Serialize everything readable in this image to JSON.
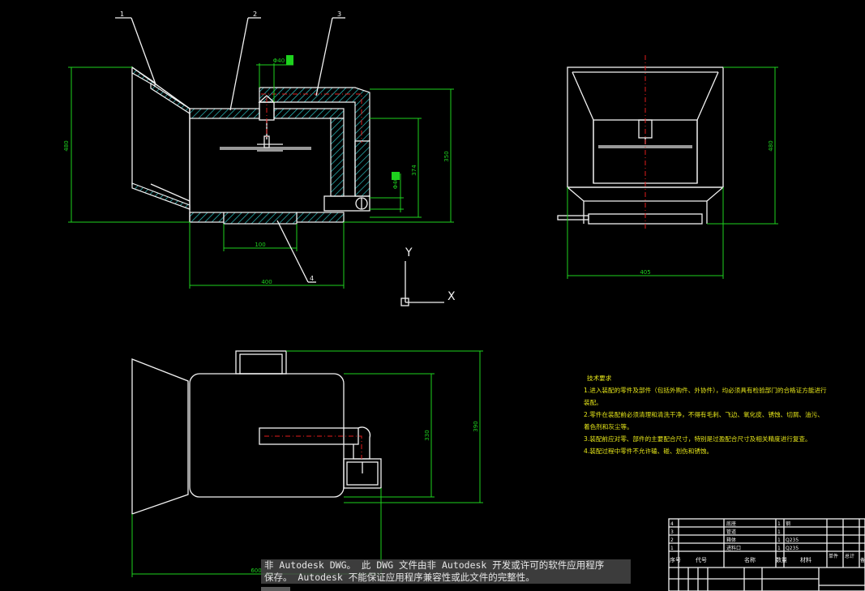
{
  "views": {
    "front": {
      "callouts": [
        "1",
        "2",
        "3",
        "4"
      ],
      "dims": {
        "phi40": "Φ40",
        "height_left": "480",
        "h374": "374",
        "h350": "350",
        "phi40_b": "Φ40",
        "w100": "100",
        "w400": "400"
      }
    },
    "side": {
      "dims": {
        "height": "480",
        "width": "405"
      }
    },
    "top": {
      "dims": {
        "h330": "330",
        "h390": "390",
        "w600": "600"
      }
    }
  },
  "axes": {
    "y": "Y",
    "x": "X"
  },
  "notes": {
    "title": "技术要求",
    "lines": [
      "1.进入装配的零件及部件（包括外购件、外协件），均必须具有检验部门的合格证方能进行",
      "装配。",
      "2.零件在装配前必须清理和清洗干净，不得有毛刺、飞边、氧化皮、锈蚀、切屑、油污、",
      "着色剂和灰尘等。",
      "3.装配前应对零、部件的主要配合尺寸，特别是过盈配合尺寸及相关精度进行复查。",
      "4.装配过程中零件不允许磕、碰、划伤和锈蚀。"
    ]
  },
  "title_block": {
    "rows": [
      {
        "no": "4",
        "name": "底座",
        "qty": "1",
        "mat": "钢"
      },
      {
        "no": "3",
        "name": "管道",
        "qty": "1",
        "mat": ""
      },
      {
        "no": "2",
        "name": "箱体",
        "qty": "1",
        "mat": "Q235"
      },
      {
        "no": "1",
        "name": "进料口",
        "qty": "1",
        "mat": "Q235"
      }
    ],
    "headers": [
      "序号",
      "代号",
      "名称",
      "数量",
      "材料",
      "单件",
      "总计",
      "备注"
    ]
  },
  "warning": {
    "line1": "非 Autodesk DWG。 此 DWG 文件由非 Autodesk 开发或许可的软件应用程序",
    "line2": "保存。 Autodesk 不能保证应用程序兼容性或此文件的完整性。"
  },
  "colors": {
    "background": "#000000",
    "lines": "#f2f2f2",
    "dimensions": "#1ed21e",
    "centerline": "#e21d1d",
    "hatch": "#2ec4c4",
    "notes": "#e8e81a"
  }
}
